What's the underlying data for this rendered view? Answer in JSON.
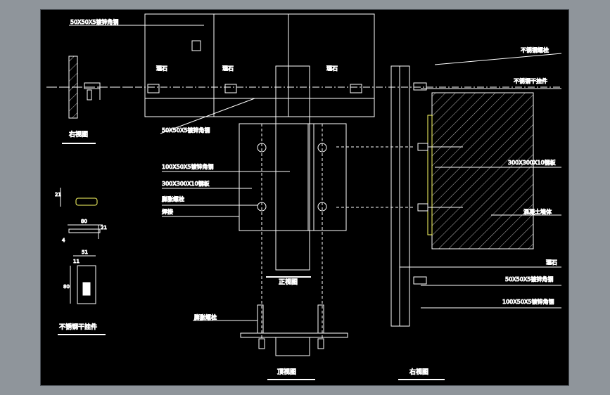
{
  "colors": {
    "background": "#000000",
    "frame_bg": "#8f959b",
    "line": "#ffffff",
    "accent": "#ffff66",
    "hatch": "#cccccc"
  },
  "views": {
    "front": "正视图",
    "top": "顶视图",
    "right_main": "右视图",
    "right_small": "右视图",
    "bracket": "不锈钢干挂件"
  },
  "labels": {
    "angle_top": "50X50X5镀锌角钢",
    "marble_1": "理石",
    "marble_2": "理石",
    "marble_3": "理石",
    "angle_mid": "50X50X5镀锌角钢",
    "angle_100": "100X50X5镀锌角钢",
    "plate_front": "300X300X10钢板",
    "bolt_front": "膨胀螺栓",
    "weld": "焊接",
    "bolt_top": "膨胀螺栓",
    "r_ss_bolt": "不锈钢螺栓",
    "r_ss_bracket": "不锈钢干挂件",
    "r_plate": "300X300X10钢板",
    "r_concrete": "混凝土墙体",
    "r_marble": "理石",
    "r_angle_50": "50X50X5镀锌角钢",
    "r_angle_100": "100X50X5镀锌角钢"
  },
  "dims": {
    "d21": "21",
    "d80a": "80",
    "d21b": "21",
    "d4": "4",
    "d51": "51",
    "d80b": "80",
    "d11": "11"
  }
}
